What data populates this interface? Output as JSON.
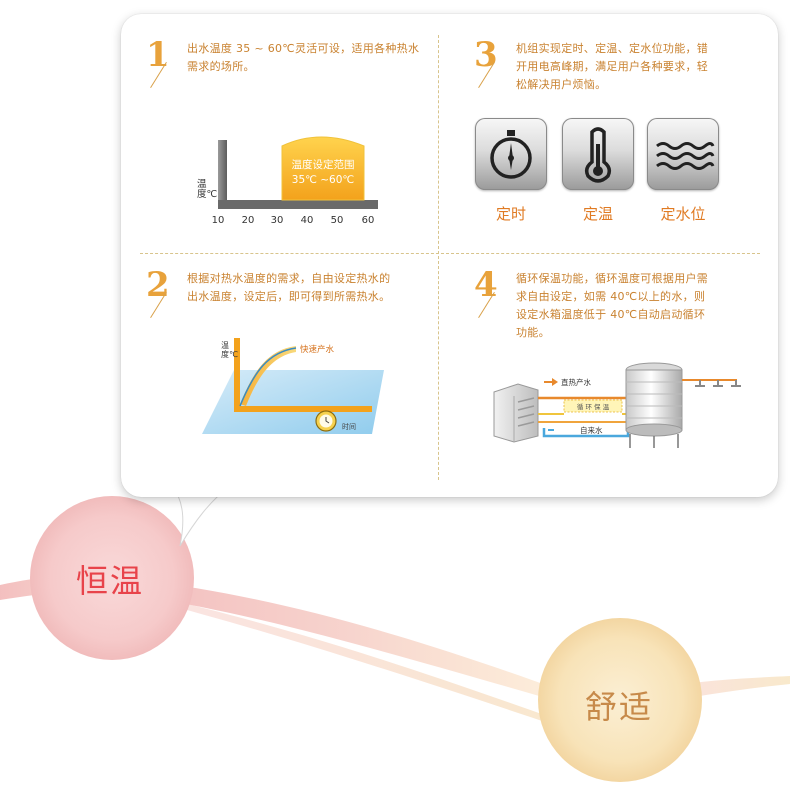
{
  "colors": {
    "accent": "#e8a23b",
    "text_orange": "#c98230",
    "label_orange": "#e07a22",
    "red": "#e8434a",
    "water_blue": "#4aa8dd"
  },
  "sections": [
    {
      "number": "1",
      "lines": [
        "出水温度 35 ~ 60℃灵活可设，适用各种热水",
        "需求的场所。"
      ],
      "chart": {
        "box_line1": "温度设定范围",
        "box_line2": "35℃ ~60℃",
        "y_label": "温度℃",
        "ticks": [
          "10",
          "20",
          "30",
          "40",
          "50",
          "60"
        ]
      }
    },
    {
      "number": "2",
      "lines": [
        "根据对热水温度的需求，自由设定热水的",
        "出水温度，设定后，即可得到所需热水。"
      ],
      "chart": {
        "y_label": "温度℃",
        "curve_label": "快速产水",
        "x_label": "时间"
      }
    },
    {
      "number": "3",
      "lines": [
        "机组实现定时、定温、定水位功能，错",
        "开用电高峰期，满足用户各种要求，轻",
        "松解决用户烦恼。"
      ],
      "icons": [
        {
          "name": "stopwatch-icon",
          "label": "定时"
        },
        {
          "name": "thermometer-icon",
          "label": "定温"
        },
        {
          "name": "water-waves-icon",
          "label": "定水位"
        }
      ]
    },
    {
      "number": "4",
      "lines": [
        "循环保温功能，循环温度可根据用户需",
        "求自由设定，如需 40℃以上的水，则",
        "设定水箱温度低于 40℃自动启动循环",
        "功能。"
      ],
      "diagram": {
        "hot_label": "直热产水",
        "loop_label": "循 环 保 温",
        "cold_label": "自来水"
      }
    }
  ],
  "bubbles": {
    "left": "恒温",
    "right": "舒适"
  }
}
